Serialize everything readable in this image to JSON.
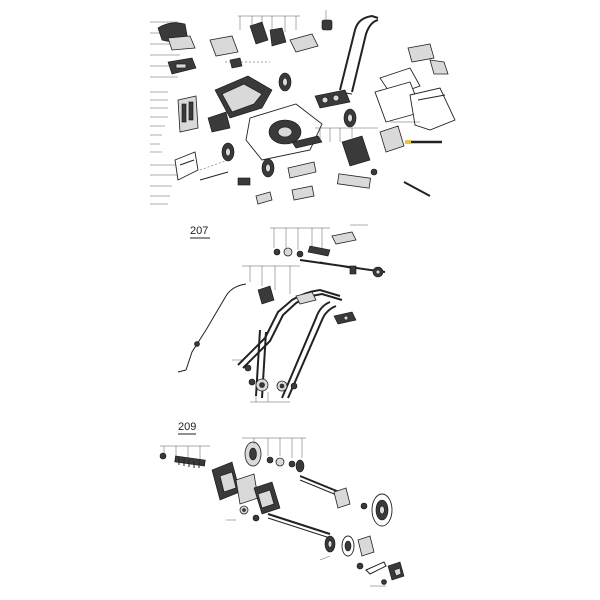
{
  "sections": [
    {
      "id": "main",
      "label": ""
    },
    {
      "id": "handle",
      "label": "207"
    },
    {
      "id": "drive",
      "label": "209"
    }
  ],
  "colors": {
    "line": "#222222",
    "part_dark": "#3a3a3a",
    "part_light": "#d9d9d9",
    "highlight": "#e8c440"
  }
}
